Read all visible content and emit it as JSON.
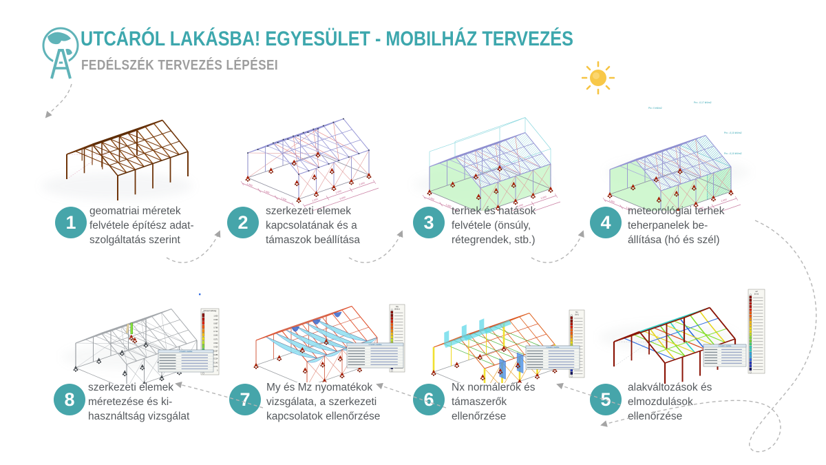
{
  "header": {
    "title": "UTCÁRÓL LAKÁSBA! EGYESÜLET - MOBILHÁZ TERVEZÉS",
    "subtitle": "FEDÉLSZÉK TERVEZÉS LÉPÉSEI"
  },
  "colors": {
    "teal": "#46a5aa",
    "title_teal": "#3da7ad",
    "subtitle_gray": "#9d9d9d",
    "text_gray": "#55595d",
    "arrow_gray": "#b3b3b3"
  },
  "steps": [
    {
      "number": "1",
      "lines": [
        "geomatriai méretek",
        "felvétele építész adat-",
        "szolgáltatás szerint"
      ]
    },
    {
      "number": "2",
      "lines": [
        "szerkezeti elemek",
        "kapcsolatának és a",
        "támaszok beállítása"
      ]
    },
    {
      "number": "3",
      "lines": [
        "terhek és hatások",
        "felvétele (önsúly,",
        "rétegrendek, stb.)"
      ]
    },
    {
      "number": "4",
      "lines": [
        "meteorológiai terhek",
        "teherpanelek be-",
        "állítása (hó és szél)"
      ]
    },
    {
      "number": "5",
      "lines": [
        "alakváltozások és",
        "elmozdulások",
        "ellenőrzése"
      ]
    },
    {
      "number": "6",
      "lines": [
        "Nx normálerők és",
        "támaszerők",
        "ellenőrzése"
      ]
    },
    {
      "number": "7",
      "lines": [
        "My és Mz nyomatékok",
        "vizsgálata, a szerkezeti",
        "kapcsolatok ellenőrzése"
      ]
    },
    {
      "number": "8",
      "lines": [
        "szerkezeti elemek",
        "méretezése és ki-",
        "használtság vizsgálat"
      ]
    }
  ],
  "figures": {
    "step4_pn_labels": [
      "Pn= 0 kN/m2",
      "Pn= -0,17 kN/m2",
      "Pn= -0,10 kN/m2",
      "Pn= -0,10 kN/m2"
    ],
    "dimension_labels": {
      "width": [
        "1.500",
        "1.500",
        "1.500"
      ],
      "length": [
        "2.000",
        "2.000",
        "2.000"
      ],
      "length_total": "6.000"
    },
    "legends": {
      "utilization": {
        "title": "Kihasználtság",
        "values": [
          "1.000",
          "0.929",
          "0.857",
          "0.786",
          "0.714",
          "0.643",
          "0.571",
          "0.500",
          "0.429",
          "0.357",
          "0.286",
          "0.214",
          "0.143",
          "0.071",
          "0"
        ]
      },
      "my": {
        "title": "My",
        "unit": "[kNm]"
      },
      "nx": {
        "title": "Nx",
        "unit": "[kN]"
      },
      "uz": {
        "title": "uZ",
        "unit": "[mm]"
      }
    },
    "table_title": "Lineáris statika"
  }
}
